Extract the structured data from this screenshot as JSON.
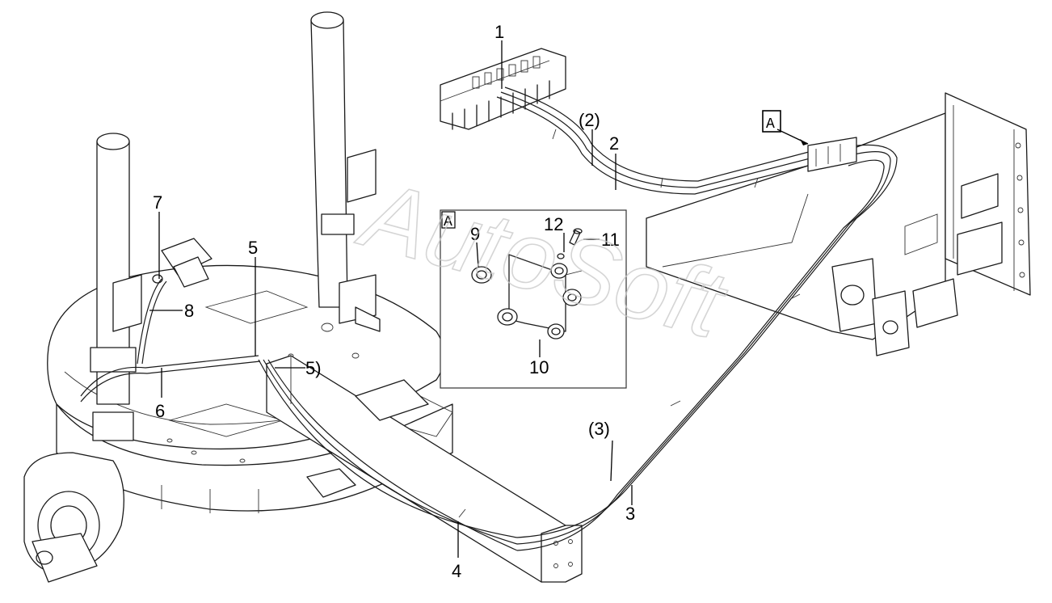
{
  "watermark": "AutoSoft",
  "detail_box_label": "A",
  "section_marker_label": "A",
  "callouts": {
    "c1": "1",
    "c2_paren": "(2)",
    "c2": "2",
    "c3_paren": "(3)",
    "c3": "3",
    "c4": "4",
    "c5_top": "5",
    "c5_paren": "5)",
    "c6": "6",
    "c7": "7",
    "c8": "8",
    "c9": "9",
    "c10": "10",
    "c11": "11",
    "c12": "12"
  },
  "colors": {
    "linework": "#1a1a1a",
    "watermark": "#c8c8c8",
    "background": "#ffffff"
  }
}
